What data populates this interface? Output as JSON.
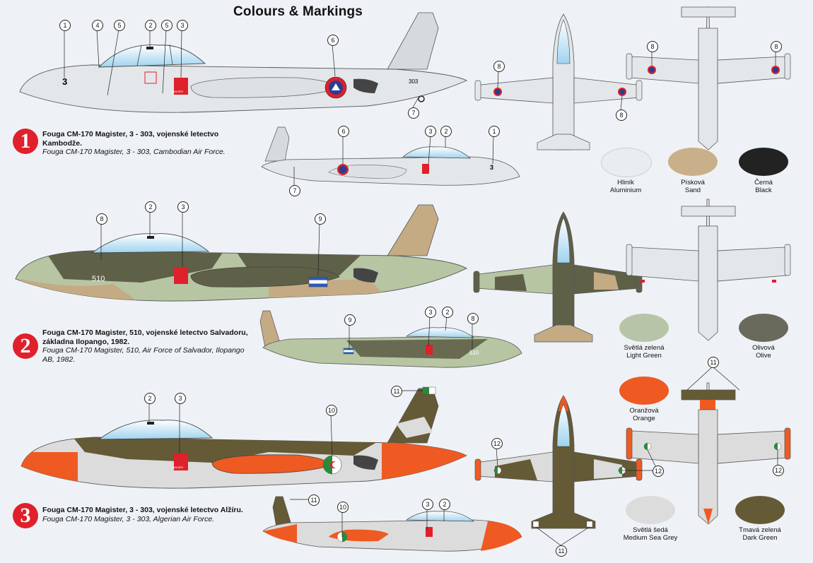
{
  "page_title": "Colours & Markings",
  "entries": [
    {
      "number": "1",
      "czech": "Fouga CM-170 Magister, 3 - 303, vojenské letectvo Kambodže.",
      "english": "Fouga CM-170 Magister, 3 - 303, Cambodian Air Force."
    },
    {
      "number": "2",
      "czech": "Fouga CM-170 Magister, 510, vojenské letectvo Salvadoru, základna Ilopango, 1982.",
      "english": "Fouga CM-170 Magister, 510, Air Force of Salvador, Ilopango AB, 1982."
    },
    {
      "number": "3",
      "czech": "Fouga CM-170 Magister, 3 - 303, vojenské letectvo Alžíru.",
      "english": "Fouga CM-170 Magister, 3 - 303, Algerian Air Force."
    }
  ],
  "aircraft_markings": {
    "cambodia_nose_number": "3",
    "cambodia_tail_number": "303",
    "salvador_nose_number": "510",
    "danger_label": "DANGER"
  },
  "callouts": [
    "1",
    "2",
    "3",
    "4",
    "5",
    "6",
    "7",
    "8",
    "9",
    "10",
    "11",
    "12"
  ],
  "swatches": [
    {
      "czech": "Hliník",
      "english": "Aluminium",
      "color": "#e9edf2"
    },
    {
      "czech": "Písková",
      "english": "Sand",
      "color": "#c9b08a"
    },
    {
      "czech": "Černá",
      "english": "Black",
      "color": "#222222"
    },
    {
      "czech": "Světlá zelená",
      "english": "Light Green",
      "color": "#b8c4a8"
    },
    {
      "czech": "Olivová",
      "english": "Olive",
      "color": "#6a6a5c"
    },
    {
      "czech": "Oranžová",
      "english": "Orange",
      "color": "#ee5a22"
    },
    {
      "czech": "Světlá šedá",
      "english": "Medium Sea Grey",
      "color": "#dcdcdc"
    },
    {
      "czech": "Tmavá zelená",
      "english": "Dark Green",
      "color": "#655a36"
    }
  ],
  "colors": {
    "silver": "#e3e7ea",
    "olive": "#5f6048",
    "sand": "#c4ab84",
    "light_green": "#b7c5a3",
    "orange": "#ee5a22",
    "red": "#e0202a"
  }
}
